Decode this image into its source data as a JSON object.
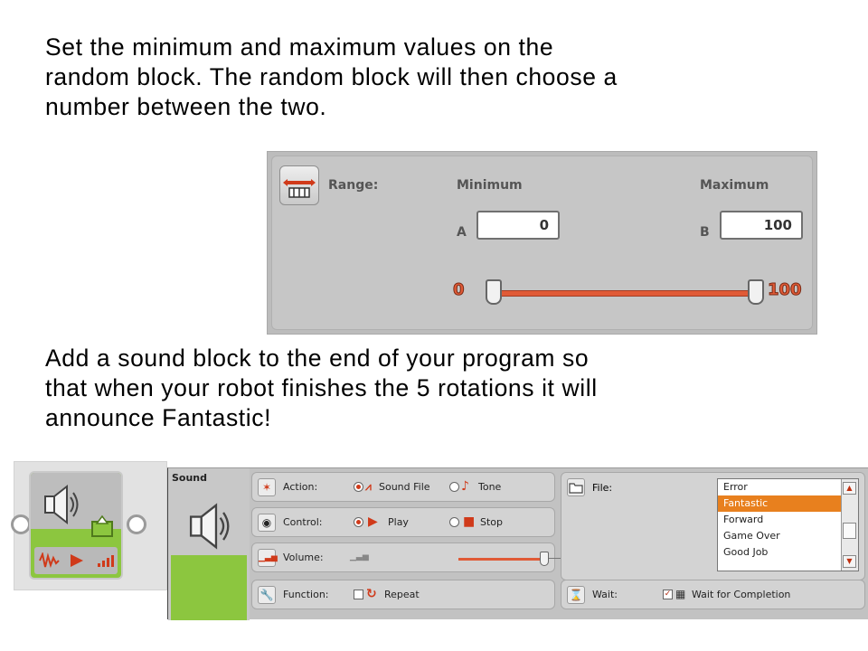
{
  "instructions": {
    "para1": [
      "Set the minimum and maximum values on the",
      "random block. The random block will then choose a",
      "number between the two."
    ],
    "para2": [
      "Add a sound block to the end of your program so",
      "that when your robot finishes the 5 rotations it will",
      "announce Fantastic!"
    ]
  },
  "range_panel": {
    "label": "Range:",
    "min_label": "Minimum",
    "max_label": "Maximum",
    "a_label": "A",
    "b_label": "B",
    "a_value": "0",
    "b_value": "100",
    "slider_min": "0",
    "slider_max": "100",
    "slider_low": 0,
    "slider_high": 100,
    "icon": "range-icon"
  },
  "sound_panel": {
    "title": "Sound",
    "action": {
      "label": "Action:",
      "opt1": "Sound File",
      "opt2": "Tone",
      "selected": "Sound File"
    },
    "control": {
      "label": "Control:",
      "opt1": "Play",
      "opt2": "Stop",
      "selected": "Play"
    },
    "volume": {
      "label": "Volume:",
      "value": "75"
    },
    "function": {
      "label": "Function:",
      "repeat": "Repeat",
      "repeat_checked": false
    },
    "file": {
      "label": "File:",
      "items": [
        "Error",
        "Fantastic",
        "Forward",
        "Game Over",
        "Good Job"
      ],
      "selected": "Fantastic"
    },
    "wait": {
      "label": "Wait:",
      "option": "Wait for Completion",
      "checked": true
    }
  },
  "colors": {
    "accent": "#e05a36",
    "block_green": "#8cc63f",
    "selection": "#e8801e"
  }
}
